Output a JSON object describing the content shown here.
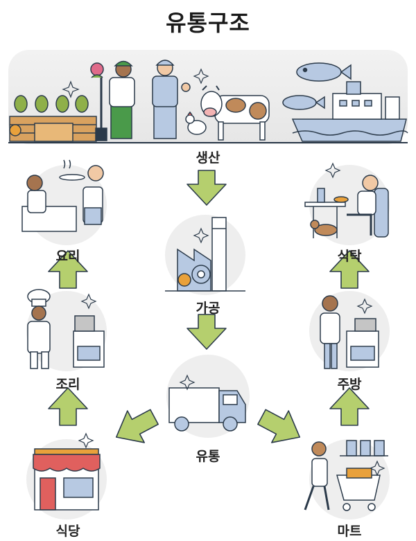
{
  "title": "유통구조",
  "nodes": {
    "production": "생산",
    "processing": "가공",
    "distribution": "유통",
    "restaurant": "식당",
    "mart": "마트",
    "cooking_prep": "조리",
    "kitchen": "주방",
    "cooking": "요리",
    "dining_table": "식탁"
  },
  "colors": {
    "arrow_fill": "#b5cf6e",
    "arrow_stroke": "#2b3a4a",
    "circle_bg": "#eeeeee",
    "accent_blue": "#b7c9e2",
    "accent_orange": "#e9a13b",
    "awning_red": "#e0605e"
  }
}
